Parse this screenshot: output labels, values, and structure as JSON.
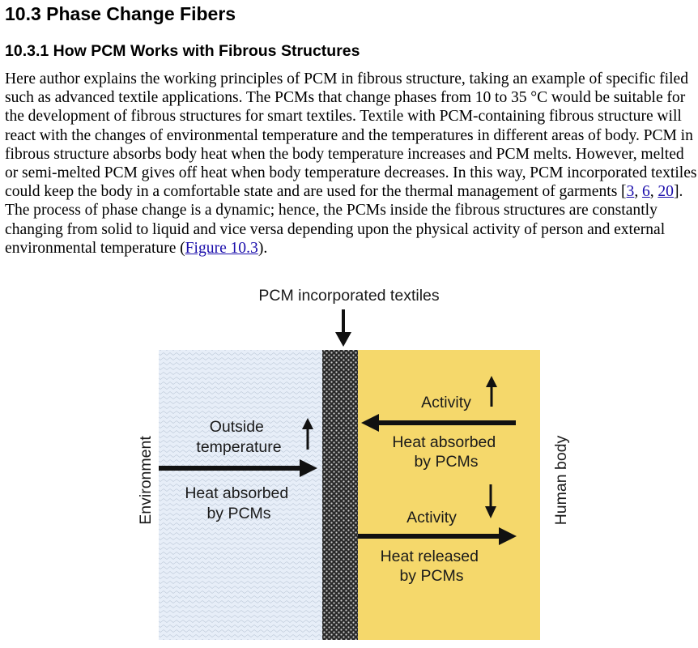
{
  "section_title": "10.3 Phase Change Fibers",
  "subsection_title": "10.3.1 How PCM Works with Fibrous Structures",
  "paragraph": {
    "text_before": "Here author explains the working principles of PCM in fibrous structure, taking an example of specific filed such as advanced textile applications. The PCMs that change phases from 10 to 35 °C would be suitable for the development of fibrous structures for smart textiles. Textile with PCM-containing fibrous structure will react with the changes of environmental temperature and the temperatures in different areas of body. PCM in fibrous structure absorbs body heat when the body temperature increases and PCM melts. However, melted or semi-melted PCM gives off heat when body temperature decreases. In this way, PCM incorporated textiles could keep the body in a comfortable state and are used for the thermal management of garments [",
    "ref_1": "3",
    "sep_1": ", ",
    "ref_2": "6",
    "sep_2": ", ",
    "ref_3": "20",
    "text_middle": "]. The process of phase change is a dynamic; hence, the PCMs inside the fibrous structures are constantly changing from solid to liquid and vice versa depending upon the physical activity of person and external environmental temperature (",
    "figure_link": "Figure 10.3",
    "text_after": ")."
  },
  "figure": {
    "top_label": "PCM incorporated textiles",
    "left_side_label": "Environment",
    "right_side_label": "Human body",
    "outside_temperature_line1": "Outside",
    "outside_temperature_line2": "temperature",
    "env_heat_absorbed_line1": "Heat absorbed",
    "env_heat_absorbed_line2": "by PCMs",
    "activity_upper": "Activity",
    "body_heat_absorbed_line1": "Heat absorbed",
    "body_heat_absorbed_line2": "by PCMs",
    "activity_lower": "Activity",
    "heat_released_line1": "Heat released",
    "heat_released_line2": "by PCMs",
    "colors": {
      "environment_fill": "#e7eef8",
      "body_fill": "#f5d86b",
      "arrow": "#111111",
      "fabric_dark": "#222222"
    }
  }
}
